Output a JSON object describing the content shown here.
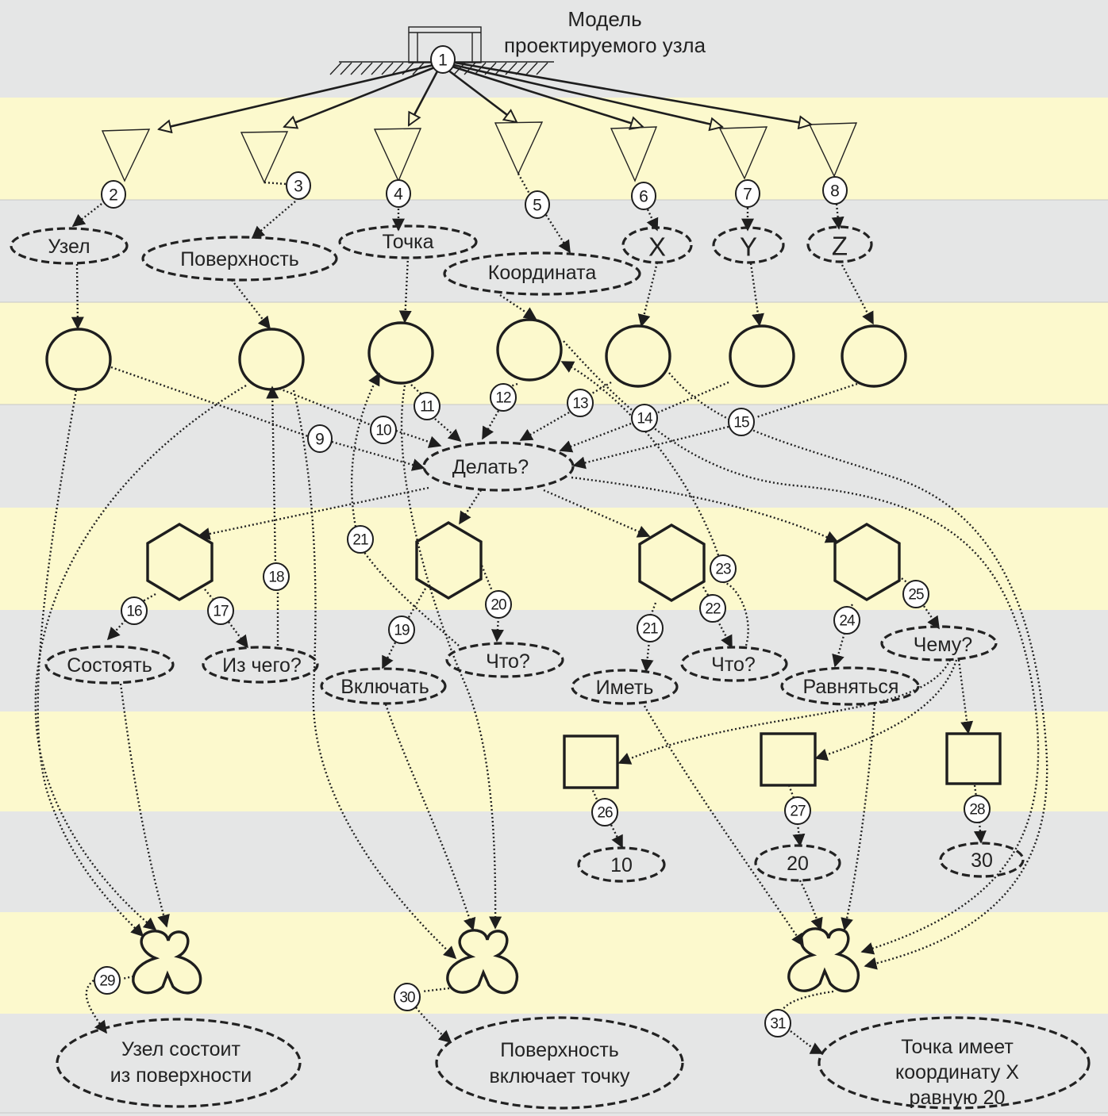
{
  "title": {
    "line1": "Модель",
    "line2": "проектируемого узла"
  },
  "colors": {
    "band_yellow": "#fcf9cd",
    "band_gray": "#e5e6e6",
    "stroke": "#1e1e1e"
  },
  "concepts": [
    {
      "id": "uzel",
      "label": "Узел"
    },
    {
      "id": "poverkhnost",
      "label": "Поверхность"
    },
    {
      "id": "tochka",
      "label": "Точка"
    },
    {
      "id": "koordinata",
      "label": "Координата"
    },
    {
      "id": "x",
      "label": "X"
    },
    {
      "id": "y",
      "label": "Y"
    },
    {
      "id": "z",
      "label": "Z"
    }
  ],
  "central_question": "Делать?",
  "relations": [
    {
      "id": "sostoyat",
      "label": "Состоять"
    },
    {
      "id": "iz_chego",
      "label": "Из чего?"
    },
    {
      "id": "vklyuchat",
      "label": "Включать"
    },
    {
      "id": "chto_1",
      "label": "Что?"
    },
    {
      "id": "imet",
      "label": "Иметь"
    },
    {
      "id": "chto_2",
      "label": "Что?"
    },
    {
      "id": "ravnyatsya",
      "label": "Равняться"
    },
    {
      "id": "chemu",
      "label": "Чему?"
    }
  ],
  "values": [
    "10",
    "20",
    "30"
  ],
  "results": [
    {
      "line1": "Узел состоит",
      "line2": "из поверхности"
    },
    {
      "line1": "Поверхность",
      "line2": "включает точку"
    },
    {
      "line1": "Точка имеет",
      "line2": "координату X",
      "line3": "равную 20"
    }
  ],
  "step_numbers": [
    "1",
    "2",
    "3",
    "4",
    "5",
    "6",
    "7",
    "8",
    "9",
    "10",
    "11",
    "12",
    "13",
    "14",
    "15",
    "16",
    "17",
    "18",
    "19",
    "20",
    "21",
    "21",
    "22",
    "23",
    "24",
    "25",
    "26",
    "27",
    "28",
    "29",
    "30",
    "31"
  ]
}
